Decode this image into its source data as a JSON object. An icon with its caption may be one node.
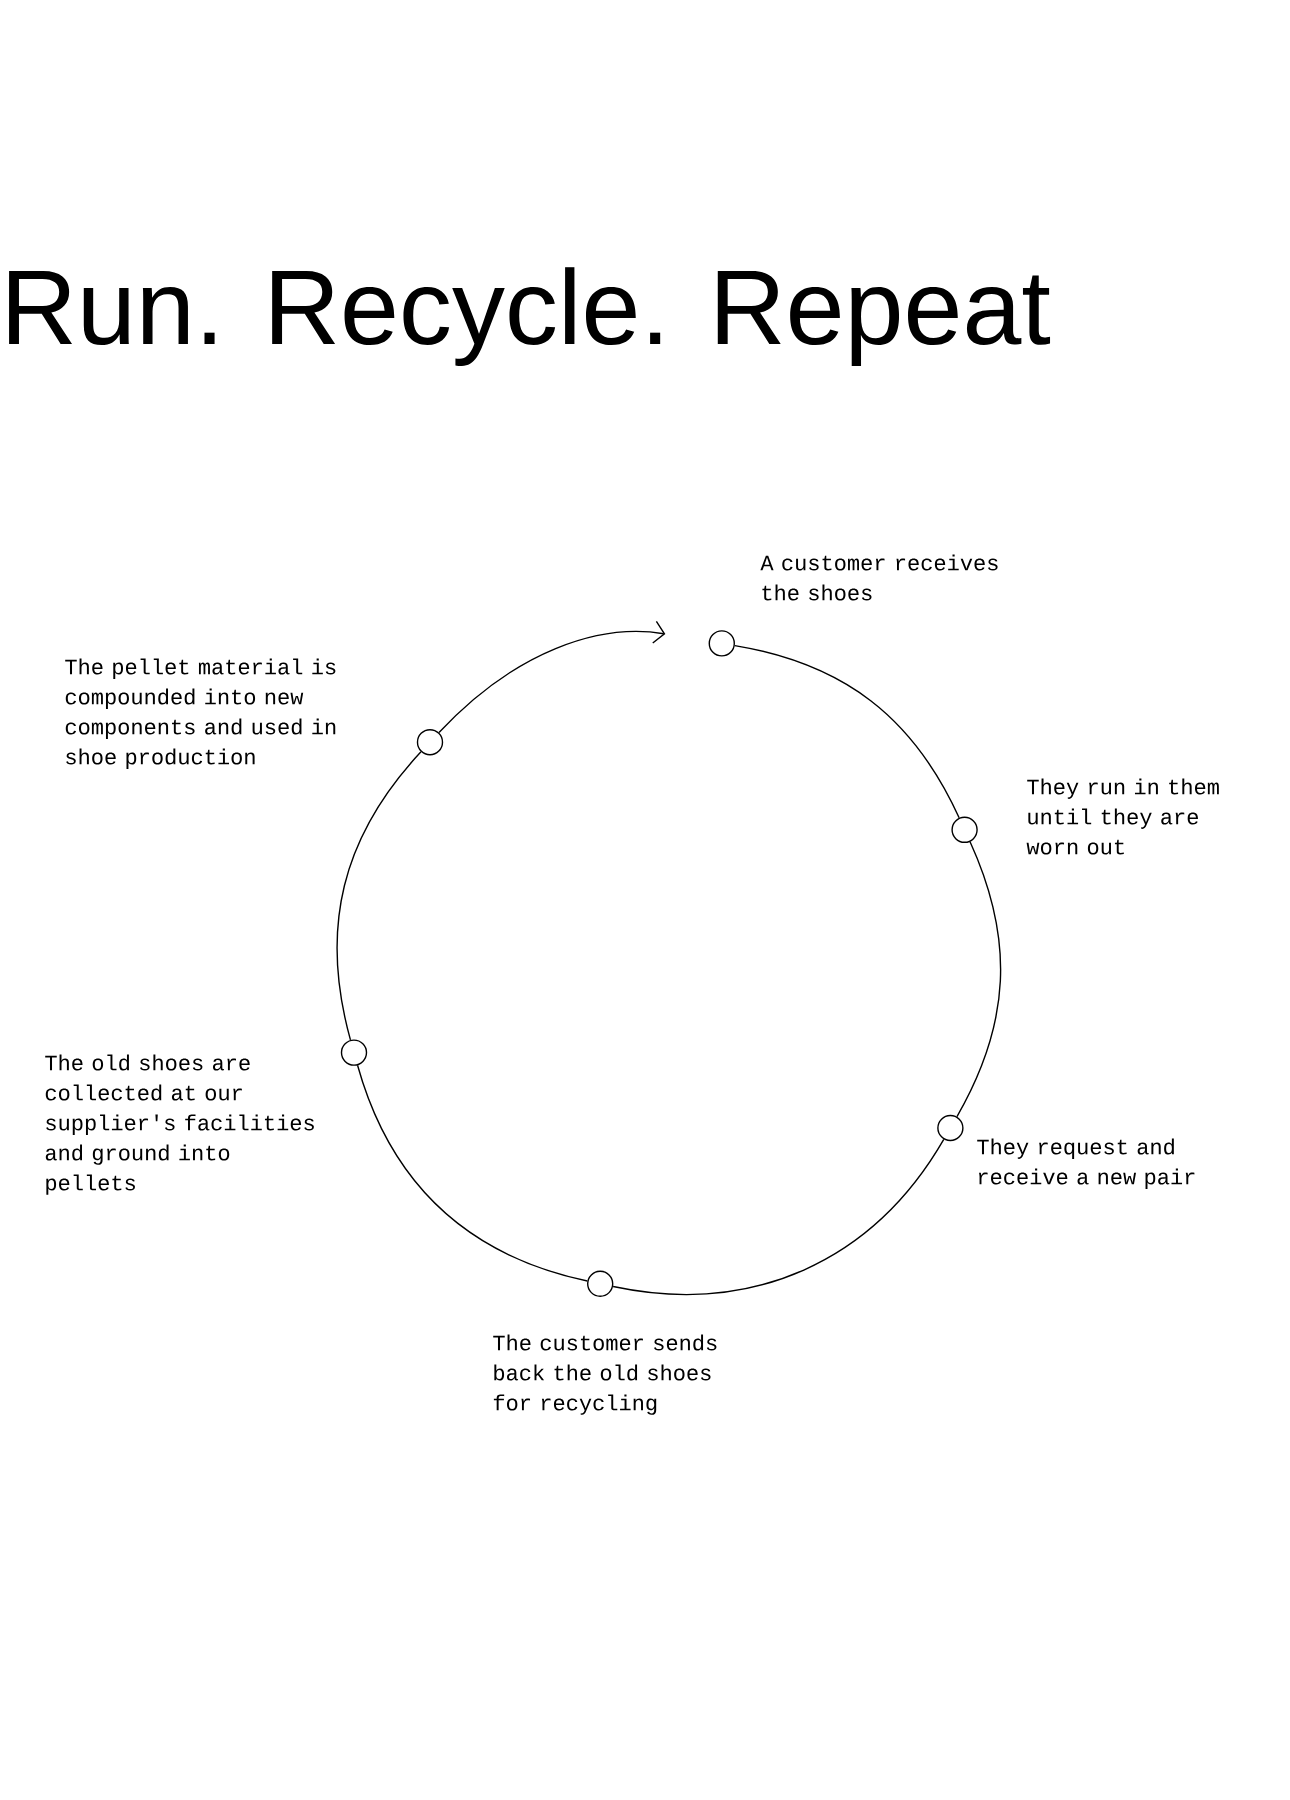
{
  "diagram": {
    "title": "Run. Recycle. Repeat",
    "nodes": [
      {
        "text": [],
        "shape": "circle",
        "beside": [
          "A customer receives the shoes"
        ]
      },
      {
        "text": [],
        "shape": "circle",
        "beside": [
          "They run in them until they are worn out"
        ]
      },
      {
        "text": [],
        "shape": "circle",
        "beside": [
          "They request and receive a new pair"
        ]
      },
      {
        "text": [],
        "shape": "circle",
        "beside": [
          "The customer sends back the old shoes for recycling"
        ]
      },
      {
        "text": [],
        "shape": "circle",
        "beside": [
          "The old shoes are collected at our supplier's facilities and ground into pellets"
        ]
      },
      {
        "text": [],
        "shape": "circle",
        "beside": [
          "The pellet material is compounded into new components and used in shoe production"
        ]
      }
    ],
    "edges": [
      {
        "from": 0,
        "to": 1,
        "arrow": "none"
      },
      {
        "from": 1,
        "to": 2,
        "arrow": "none"
      },
      {
        "from": 2,
        "to": 3,
        "arrow": "none"
      },
      {
        "from": 3,
        "to": 4,
        "arrow": "none"
      },
      {
        "from": 4,
        "to": 5,
        "arrow": "none"
      },
      {
        "from": 5,
        "to": 0,
        "arrow": "to"
      }
    ]
  }
}
